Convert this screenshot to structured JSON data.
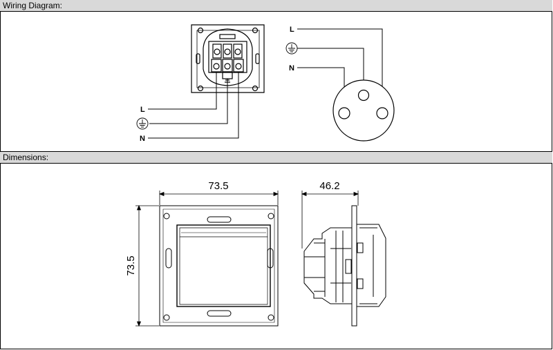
{
  "sections": {
    "wiring": {
      "title": "Wiring Diagram:"
    },
    "dimensions": {
      "title": "Dimensions:"
    }
  },
  "wiring": {
    "left_labels": {
      "line": "L",
      "neutral": "N"
    },
    "right_labels": {
      "line": "L",
      "neutral": "N"
    },
    "icons": [
      "earth-ground-icon"
    ]
  },
  "dimensions": {
    "width": "73.5",
    "height": "73.5",
    "depth": "46.2"
  }
}
